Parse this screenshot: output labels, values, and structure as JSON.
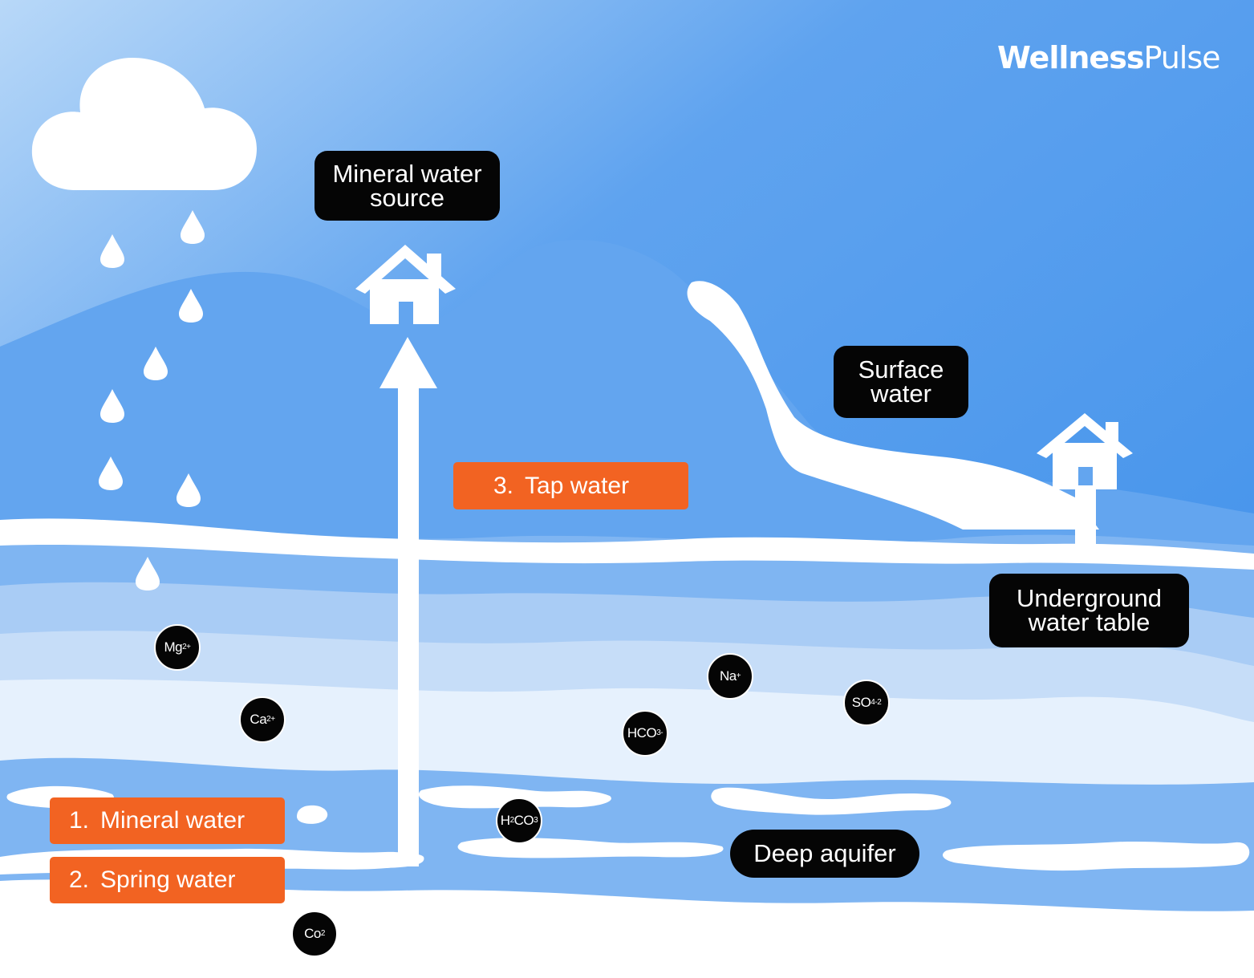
{
  "brand": {
    "bold": "Wellness",
    "light": "Pulse"
  },
  "labels": {
    "mineral_source": [
      "Mineral water",
      "source"
    ],
    "surface": [
      "Surface",
      "water"
    ],
    "underground": [
      "Underground",
      "water table"
    ],
    "deep_aquifer": "Deep aquifer"
  },
  "types": [
    {
      "num": "1.",
      "text": "Mineral water"
    },
    {
      "num": "2.",
      "text": "Spring water"
    },
    {
      "num": "3.",
      "text": "Tap water"
    }
  ],
  "ions": [
    {
      "name": "ion-mg",
      "base": "Mg",
      "sup": "2+",
      "sub": ""
    },
    {
      "name": "ion-ca",
      "base": "Ca",
      "sup": "2+",
      "sub": ""
    },
    {
      "name": "ion-na",
      "base": "Na",
      "sup": "+",
      "sub": ""
    },
    {
      "name": "ion-so4",
      "base": "SO",
      "sub": "4",
      "sup": "-2"
    },
    {
      "name": "ion-hco3",
      "base": "HCO",
      "sub": "3",
      "sup": "-"
    },
    {
      "name": "ion-h2co3",
      "base": "H",
      "sub": "2",
      "mid": "CO",
      "sub2": "3"
    },
    {
      "name": "ion-co2",
      "base": "Co",
      "sub": "2",
      "sup": ""
    }
  ],
  "colors": {
    "sky_top": "#a6cdf6",
    "sky": "#3d8fea",
    "hill": "#63a5ef",
    "label_bg": "#050505",
    "accent": "#f26322",
    "white": "#ffffff"
  },
  "icons": [
    "cloud-icon",
    "raindrop-icon",
    "house-icon",
    "up-arrow-icon"
  ]
}
